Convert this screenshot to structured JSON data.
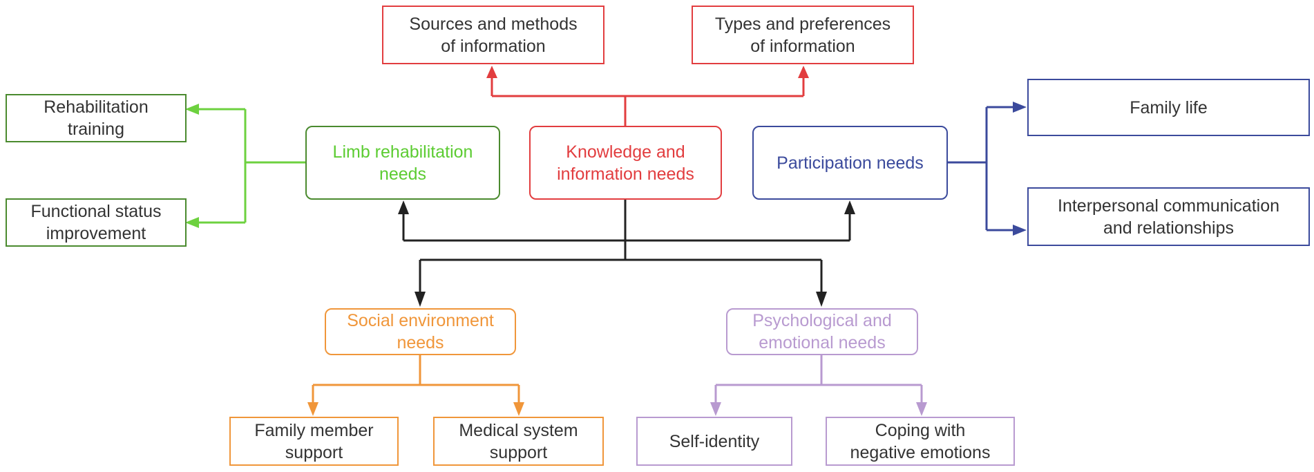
{
  "colors": {
    "green_border": "#4a8a2e",
    "green_line": "#6dd13f",
    "green_text": "#5ccc32",
    "red": "#e23d3f",
    "blue": "#3b4a9c",
    "orange": "#f0963a",
    "purple": "#b89ad0",
    "black_line": "#222222",
    "leaf_text": "#333333"
  },
  "center": {
    "label": "Knowledge and\ninformation needs"
  },
  "categories": {
    "limb": {
      "label": "Limb rehabilitation\nneeds",
      "children": [
        "Rehabilitation\ntraining",
        "Functional status\nimprovement"
      ]
    },
    "knowledge": {
      "children": [
        "Sources and methods\nof information",
        "Types and preferences\nof information"
      ]
    },
    "participation": {
      "label": "Participation needs",
      "children": [
        "Family life",
        "Interpersonal communication\nand relationships"
      ]
    },
    "social": {
      "label": "Social environment\nneeds",
      "children": [
        "Family member\nsupport",
        "Medical system\nsupport"
      ]
    },
    "psych": {
      "label": "Psychological and\nemotional needs",
      "children": [
        "Self-identity",
        "Coping with\nnegative emotions"
      ]
    }
  }
}
